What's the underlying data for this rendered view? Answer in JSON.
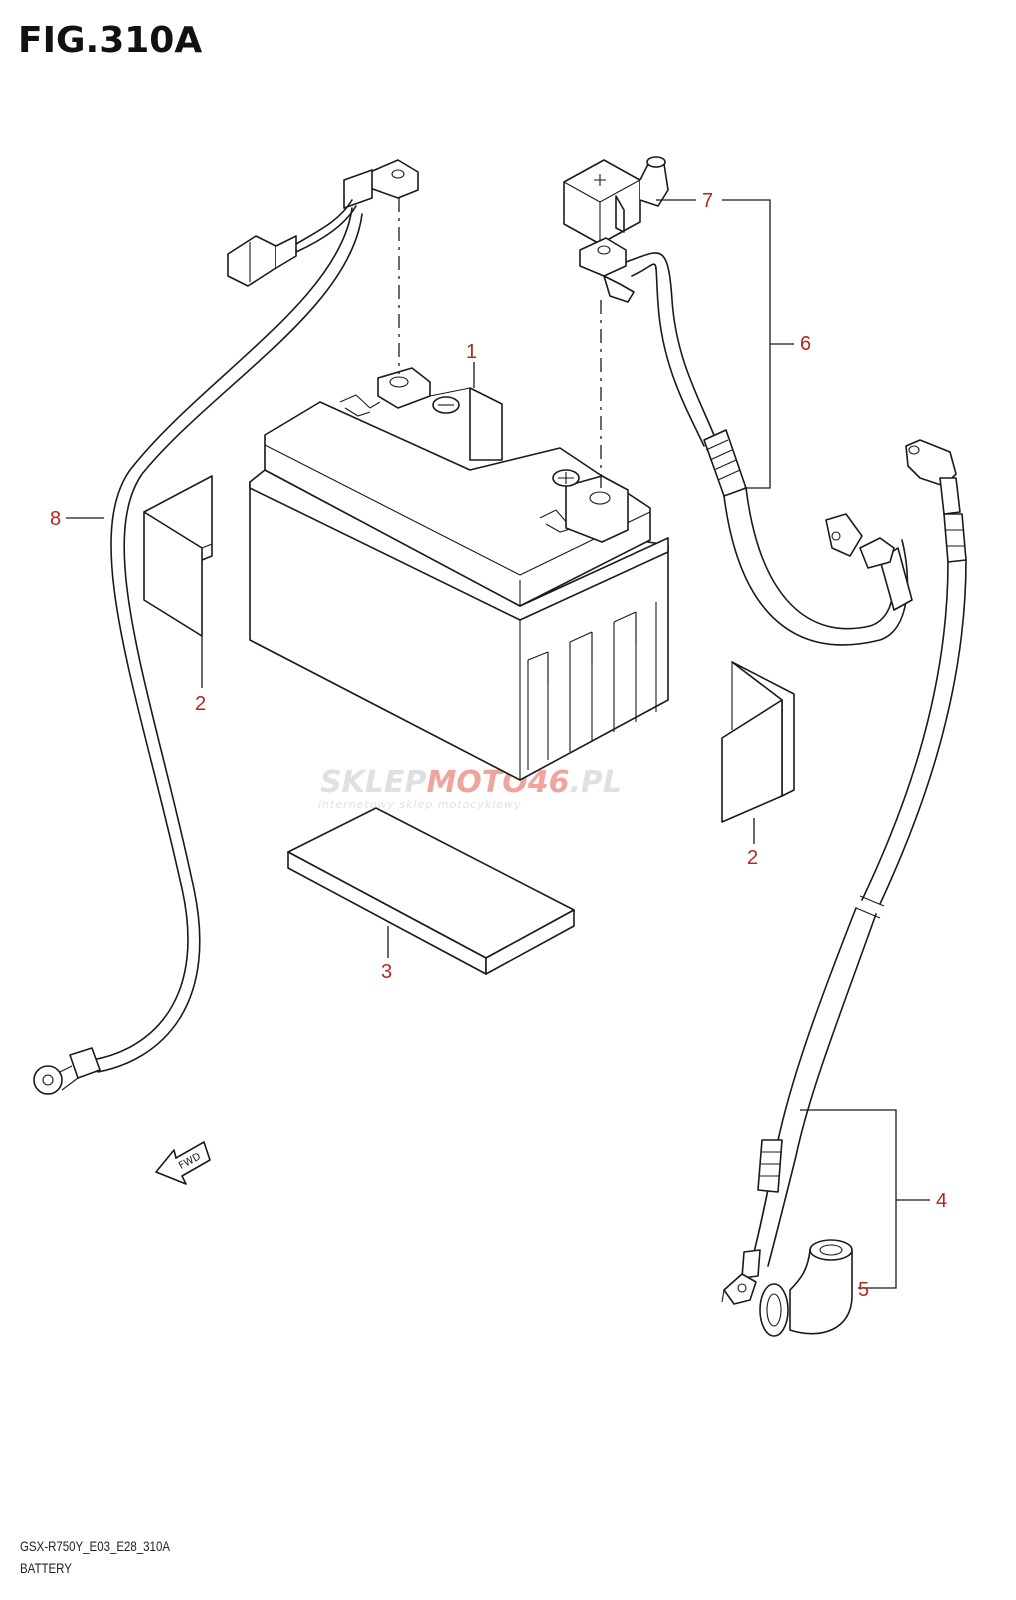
{
  "figure": {
    "title": "FIG.310A"
  },
  "callouts": [
    {
      "id": "1",
      "label": "1"
    },
    {
      "id": "2a",
      "label": "2"
    },
    {
      "id": "2b",
      "label": "2"
    },
    {
      "id": "3",
      "label": "3"
    },
    {
      "id": "4",
      "label": "4"
    },
    {
      "id": "5",
      "label": "5"
    },
    {
      "id": "6",
      "label": "6"
    },
    {
      "id": "7",
      "label": "7"
    },
    {
      "id": "8",
      "label": "8"
    }
  ],
  "fwd_arrow": {
    "label": "FWD"
  },
  "watermark": {
    "brand_a": "SKLEP",
    "brand_b": "MOTO",
    "brand_c": "46",
    "brand_d": ".PL",
    "tagline": "internetowy sklep motocyklowy"
  },
  "footer": {
    "code": "GSX-R750Y_E03_E28_310A",
    "name": "BATTERY"
  },
  "colors": {
    "callout_number": "#b3281e",
    "watermark_grey": "#c8c8c8",
    "watermark_red": "#e35a4e"
  }
}
